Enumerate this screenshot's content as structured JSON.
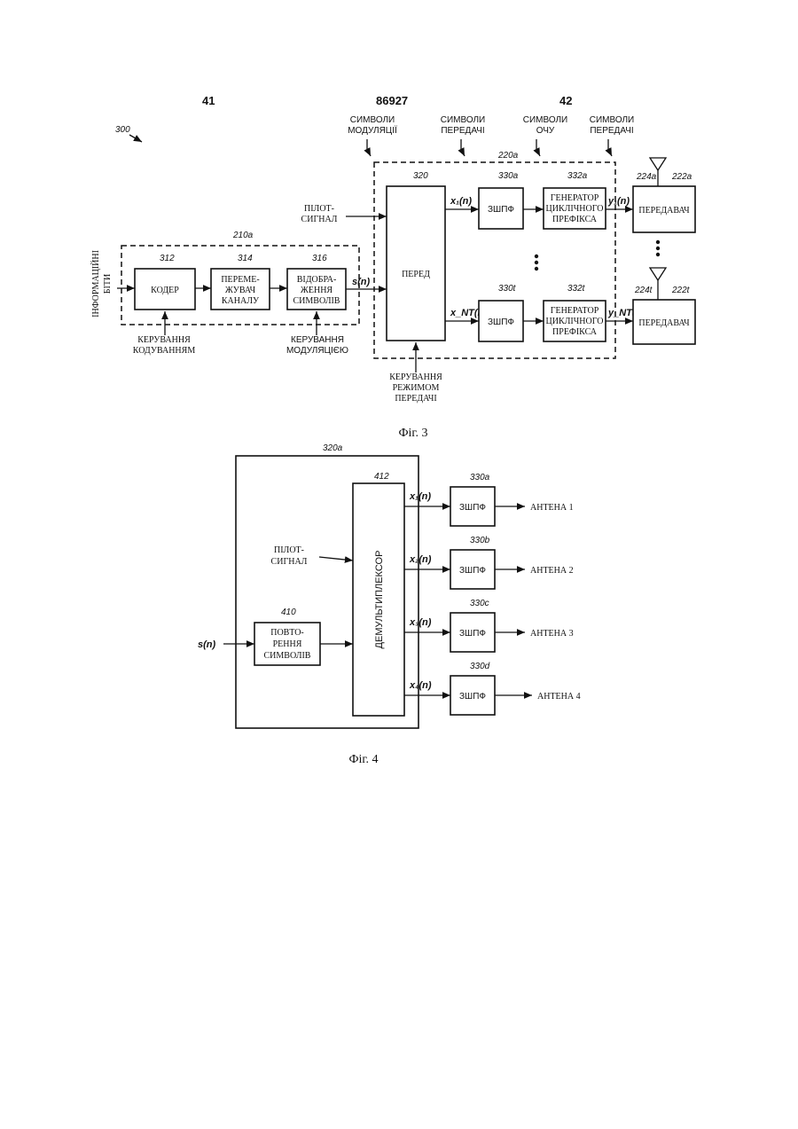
{
  "header": {
    "left": "41",
    "center": "86927",
    "right": "42"
  },
  "fig3": {
    "ref_300": "300",
    "top_labels": {
      "mod_symbols": [
        "СИМВОЛИ",
        "МОДУЛЯЦІЇ"
      ],
      "tx_symbols_1": [
        "СИМВОЛИ",
        "ПЕРЕДАЧІ"
      ],
      "ofdm_symbols": [
        "СИМВОЛИ",
        "ОЧУ"
      ],
      "tx_symbols_2": [
        "СИМВОЛИ",
        "ПЕРЕДАЧІ"
      ]
    },
    "ref_220a": "220a",
    "ref_210a": "210a",
    "info_bits": [
      "ІНФОРМАЦІЙНІ",
      "БІТИ"
    ],
    "coder": {
      "ref": "312",
      "label": "КОДЕР"
    },
    "interleaver": {
      "ref": "314",
      "label": [
        "ПЕРЕМЕ-",
        "ЖУВАЧ",
        "КАНАЛУ"
      ]
    },
    "mapper": {
      "ref": "316",
      "label": [
        "ВІДОБРА-",
        "ЖЕННЯ",
        "СИМВОЛІВ"
      ]
    },
    "coding_control": [
      "КЕРУВАННЯ",
      "КОДУВАННЯМ"
    ],
    "modulation_control": [
      "КЕРУВАННЯ",
      "МОДУЛЯЦІЄЮ"
    ],
    "s_n": "s(n)",
    "pilot": [
      "ПІЛОТ-",
      "СИГНАЛ"
    ],
    "tx_processor": {
      "ref": "320",
      "label": "ПЕРЕД"
    },
    "tx_mode_control": [
      "КЕРУВАННЯ",
      "РЕЖИМОМ",
      "ПЕРЕДАЧІ"
    ],
    "x1": "x₁(n)",
    "xnt": "x_NT(n)",
    "idft_top": {
      "ref": "330a",
      "label": "ЗШПФ"
    },
    "idft_bot": {
      "ref": "330t",
      "label": "ЗШПФ"
    },
    "cp_top": {
      "ref": "332a",
      "label": [
        "ГЕНЕРАТОР",
        "ЦИКЛІЧНОГО",
        "ПРЕФІКСА"
      ]
    },
    "cp_bot": {
      "ref": "332t",
      "label": [
        "ГЕНЕРАТОР",
        "ЦИКЛІЧНОГО",
        "ПРЕФІКСА"
      ]
    },
    "y1": "y₁(n)",
    "ynt": "y_NT(n)",
    "tmtr_top": {
      "ref": "222a",
      "antenna_ref": "224a",
      "label": "ПЕРЕДАВАЧ"
    },
    "tmtr_bot": {
      "ref": "222t",
      "antenna_ref": "224t",
      "label": "ПЕРЕДАВАЧ"
    },
    "caption": "Фіг. 3"
  },
  "fig4": {
    "ref_320a": "320a",
    "demux": {
      "ref": "412",
      "label": "ДЕМУЛЬТИПЛЕКСОР"
    },
    "pilot": [
      "ПІЛОТ-",
      "СИГНАЛ"
    ],
    "s_n": "s(n)",
    "repeat": {
      "ref": "410",
      "label": [
        "ПОВТО-",
        "РЕННЯ",
        "СИМВОЛІВ"
      ]
    },
    "outputs": [
      {
        "x": "x₁(n)",
        "ref": "330a",
        "label": "ЗШПФ",
        "antenna": "АНТЕНА 1"
      },
      {
        "x": "x₂(n)",
        "ref": "330b",
        "label": "ЗШПФ",
        "antenna": "АНТЕНА 2"
      },
      {
        "x": "x₃(n)",
        "ref": "330c",
        "label": "ЗШПФ",
        "antenna": "АНТЕНА 3"
      },
      {
        "x": "x₄(n)",
        "ref": "330d",
        "label": "ЗШПФ",
        "antenna": "АНТЕНА 4"
      }
    ],
    "caption": "Фіг. 4"
  }
}
